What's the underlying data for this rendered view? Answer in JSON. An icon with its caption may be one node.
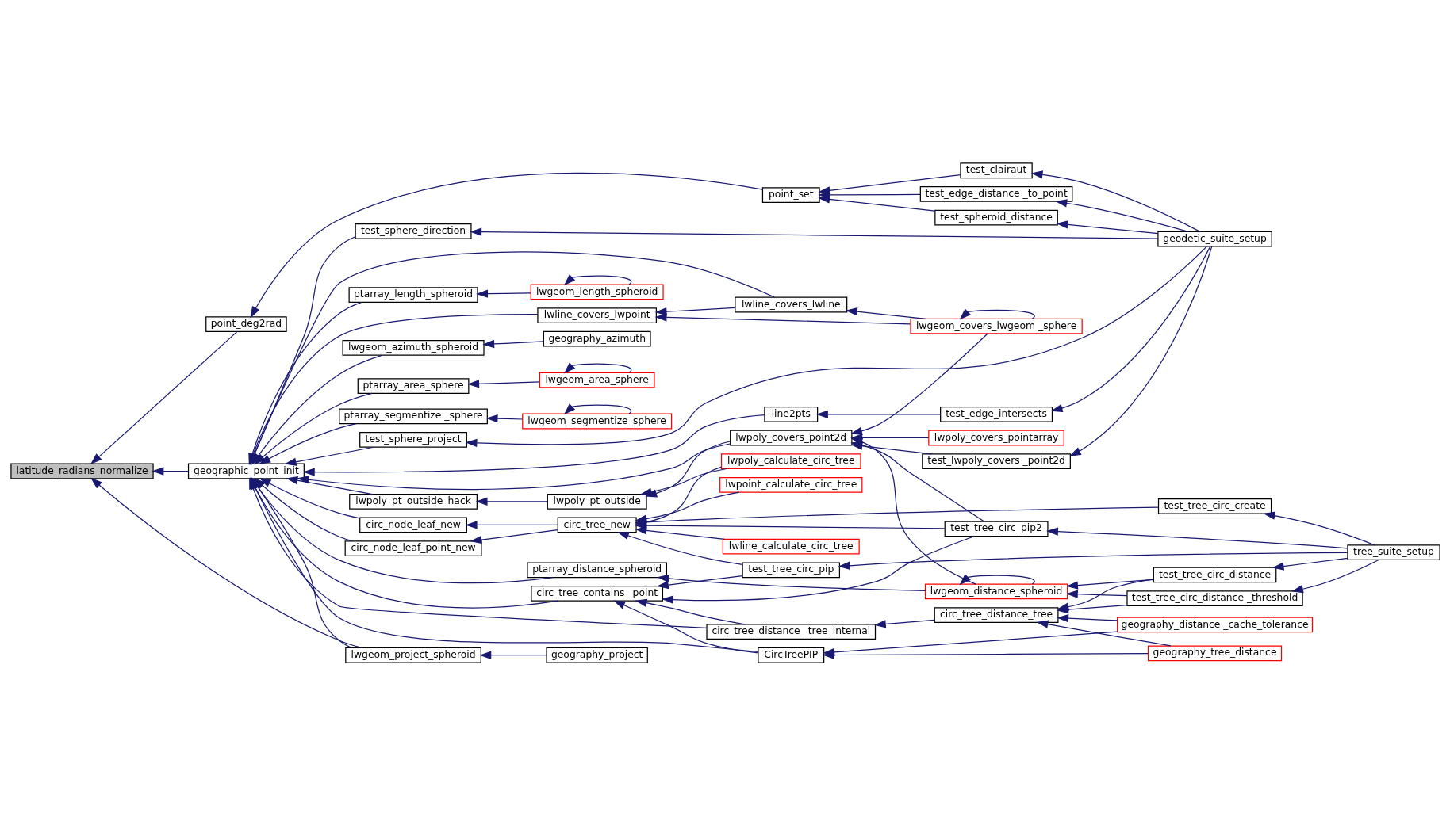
{
  "diagram": {
    "nodes": [
      {
        "text": [
          "lwline_calculate_circ_tree"
        ]
      },
      {
        "text": [
          "lwgeom_length_spheroid"
        ]
      },
      {
        "text": [
          "ptarray_length_spheroid"
        ]
      },
      {
        "text": [
          "lwpoint_calculate_circ_tree"
        ]
      },
      {
        "text": [
          "lwgeom_segmentize_sphere"
        ]
      },
      {
        "text": [
          "ptarray_segmentize _sphere"
        ]
      },
      {
        "text": [
          "test_tree_circ_create"
        ]
      },
      {
        "text": [
          "circ_tree_new"
        ]
      },
      {
        "text": [
          "circ_node_leaf_point_new"
        ]
      },
      {
        "text": [
          "lwpoly_calculate_circ_tree"
        ]
      },
      {
        "text": [
          "circ_node_leaf_new"
        ]
      },
      {
        "text": [
          "tree_suite_setup"
        ]
      },
      {
        "text": [
          "test_tree_circ_pip2"
        ]
      },
      {
        "text": [
          "test_tree_circ_pip"
        ]
      },
      {
        "text": [
          "lwpoly_pt_outside"
        ]
      },
      {
        "text": [
          "lwpoly_pt_outside_hack"
        ]
      },
      {
        "text": [
          "test_tree_circ_distance _threshold"
        ]
      },
      {
        "text": [
          "lwgeom_distance_spheroid"
        ]
      },
      {
        "text": [
          "ptarray_distance_spheroid"
        ]
      },
      {
        "text": [
          "test_tree_circ_distance"
        ]
      },
      {
        "text": [
          "lwpoly_covers_pointarray"
        ]
      },
      {
        "text": [
          "lwpoly_covers_point2d"
        ]
      },
      {
        "text": [
          "circ_tree_contains _point"
        ]
      },
      {
        "text": [
          "geography_tree_distance"
        ]
      },
      {
        "text": [
          "circ_tree_distance_tree"
        ]
      },
      {
        "text": [
          "circ_tree_distance _tree_internal"
        ]
      },
      {
        "text": [
          "geography_distance _cache_tolerance"
        ]
      },
      {
        "text": [
          "CircTreePIP"
        ]
      },
      {
        "text": [
          "geographic_point_init"
        ]
      },
      {
        "text": [
          "test_lwpoly_covers _point2d"
        ]
      },
      {
        "text": [
          "lwline_covers_lwpoint"
        ]
      },
      {
        "text": [
          "lwline_covers_lwline"
        ]
      },
      {
        "text": [
          "lwgeom_covers_lwgeom _sphere"
        ]
      },
      {
        "text": [
          "line2pts"
        ]
      },
      {
        "text": [
          "test_edge_intersects"
        ]
      },
      {
        "text": [
          "geography_azimuth"
        ]
      },
      {
        "text": [
          "lwgeom_azimuth_spheroid"
        ]
      },
      {
        "text": [
          "test_sphere_direction"
        ]
      },
      {
        "text": [
          "geodetic_suite_setup"
        ]
      },
      {
        "text": [
          "lwgeom_area_sphere"
        ]
      },
      {
        "text": [
          "ptarray_area_sphere"
        ]
      },
      {
        "text": [
          "test_sphere_project"
        ]
      },
      {
        "text": [
          "test_spheroid_distance"
        ]
      },
      {
        "text": [
          "test_clairaut"
        ]
      },
      {
        "text": [
          "point_set"
        ]
      },
      {
        "text": [
          "point_deg2rad"
        ]
      },
      {
        "text": [
          "latitude_radians_normalize"
        ]
      },
      {
        "text": [
          "test_edge_distance _to_point"
        ]
      },
      {
        "text": [
          "geography_project"
        ]
      },
      {
        "text": [
          "lwgeom_project_spheroid"
        ]
      }
    ],
    "edges": [
      {
        "from": 28,
        "to": 46,
        "arrow": "to"
      },
      {
        "from": 45,
        "to": 46,
        "arrow": "to"
      },
      {
        "from": 49,
        "to": 46,
        "arrow": "to"
      },
      {
        "from": 2,
        "to": 28,
        "arrow": "to"
      },
      {
        "from": 5,
        "to": 28,
        "arrow": "to"
      },
      {
        "from": 8,
        "to": 28,
        "arrow": "to"
      },
      {
        "from": 10,
        "to": 28,
        "arrow": "to"
      },
      {
        "from": 15,
        "to": 28,
        "arrow": "to"
      },
      {
        "from": 18,
        "to": 28,
        "arrow": "to"
      },
      {
        "from": 21,
        "to": 28,
        "arrow": "to"
      },
      {
        "from": 22,
        "to": 28,
        "arrow": "to"
      },
      {
        "from": 25,
        "to": 28,
        "arrow": "to"
      },
      {
        "from": 27,
        "to": 28,
        "arrow": "to"
      },
      {
        "from": 30,
        "to": 28,
        "arrow": "to"
      },
      {
        "from": 31,
        "to": 28,
        "arrow": "to"
      },
      {
        "from": 33,
        "to": 28,
        "arrow": "to"
      },
      {
        "from": 37,
        "to": 28,
        "arrow": "to"
      },
      {
        "from": 36,
        "to": 28,
        "arrow": "to"
      },
      {
        "from": 40,
        "to": 28,
        "arrow": "to"
      },
      {
        "from": 41,
        "to": 28,
        "arrow": "to"
      },
      {
        "from": 49,
        "to": 28,
        "arrow": "to"
      },
      {
        "from": 44,
        "to": 45,
        "arrow": "to"
      },
      {
        "from": 48,
        "to": 49,
        "arrow": "to"
      },
      {
        "from": 1,
        "to": 2,
        "arrow": "to"
      },
      {
        "from": 1,
        "to": 1,
        "arrow": "to"
      },
      {
        "from": 4,
        "to": 5,
        "arrow": "to"
      },
      {
        "from": 4,
        "to": 4,
        "arrow": "to"
      },
      {
        "from": 7,
        "to": 8,
        "arrow": "to"
      },
      {
        "from": 7,
        "to": 10,
        "arrow": "to"
      },
      {
        "from": 14,
        "to": 15,
        "arrow": "to"
      },
      {
        "from": 0,
        "to": 7,
        "arrow": "to"
      },
      {
        "from": 3,
        "to": 7,
        "arrow": "to"
      },
      {
        "from": 6,
        "to": 7,
        "arrow": "to"
      },
      {
        "from": 12,
        "to": 7,
        "arrow": "to"
      },
      {
        "from": 9,
        "to": 7,
        "arrow": "to"
      },
      {
        "from": 13,
        "to": 7,
        "arrow": "to"
      },
      {
        "from": 9,
        "to": 14,
        "arrow": "to"
      },
      {
        "from": 21,
        "to": 14,
        "arrow": "to"
      },
      {
        "from": 13,
        "to": 22,
        "arrow": "to"
      },
      {
        "from": 12,
        "to": 22,
        "arrow": "to"
      },
      {
        "from": 25,
        "to": 22,
        "arrow": "to"
      },
      {
        "from": 27,
        "to": 22,
        "arrow": "to"
      },
      {
        "from": 12,
        "to": 21,
        "arrow": "to"
      },
      {
        "from": 17,
        "to": 21,
        "arrow": "to"
      },
      {
        "from": 20,
        "to": 21,
        "arrow": "to"
      },
      {
        "from": 29,
        "to": 21,
        "arrow": "to"
      },
      {
        "from": 32,
        "to": 21,
        "arrow": "to"
      },
      {
        "from": 17,
        "to": 18,
        "arrow": "to"
      },
      {
        "from": 17,
        "to": 17,
        "arrow": "to"
      },
      {
        "from": 16,
        "to": 17,
        "arrow": "to"
      },
      {
        "from": 16,
        "to": 24,
        "arrow": "to"
      },
      {
        "from": 19,
        "to": 17,
        "arrow": "to"
      },
      {
        "from": 19,
        "to": 24,
        "arrow": "to"
      },
      {
        "from": 23,
        "to": 24,
        "arrow": "to"
      },
      {
        "from": 23,
        "to": 27,
        "arrow": "to"
      },
      {
        "from": 26,
        "to": 24,
        "arrow": "to"
      },
      {
        "from": 26,
        "to": 27,
        "arrow": "to"
      },
      {
        "from": 24,
        "to": 25,
        "arrow": "to"
      },
      {
        "from": 11,
        "to": 6,
        "arrow": "to"
      },
      {
        "from": 11,
        "to": 13,
        "arrow": "to"
      },
      {
        "from": 11,
        "to": 12,
        "arrow": "to"
      },
      {
        "from": 11,
        "to": 16,
        "arrow": "to"
      },
      {
        "from": 11,
        "to": 19,
        "arrow": "to"
      },
      {
        "from": 32,
        "to": 30,
        "arrow": "to"
      },
      {
        "from": 32,
        "to": 31,
        "arrow": "to"
      },
      {
        "from": 32,
        "to": 32,
        "arrow": "to"
      },
      {
        "from": 31,
        "to": 30,
        "arrow": "to"
      },
      {
        "from": 34,
        "to": 33,
        "arrow": "to"
      },
      {
        "from": 38,
        "to": 29,
        "arrow": "to"
      },
      {
        "from": 38,
        "to": 34,
        "arrow": "to"
      },
      {
        "from": 38,
        "to": 37,
        "arrow": "to"
      },
      {
        "from": 38,
        "to": 41,
        "arrow": "to"
      },
      {
        "from": 38,
        "to": 42,
        "arrow": "to"
      },
      {
        "from": 38,
        "to": 43,
        "arrow": "to"
      },
      {
        "from": 38,
        "to": 47,
        "arrow": "to"
      },
      {
        "from": 42,
        "to": 44,
        "arrow": "to"
      },
      {
        "from": 43,
        "to": 44,
        "arrow": "to"
      },
      {
        "from": 47,
        "to": 44,
        "arrow": "to"
      },
      {
        "from": 35,
        "to": 36,
        "arrow": "to"
      },
      {
        "from": 39,
        "to": 40,
        "arrow": "to"
      },
      {
        "from": 39,
        "to": 39,
        "arrow": "to"
      }
    ]
  }
}
